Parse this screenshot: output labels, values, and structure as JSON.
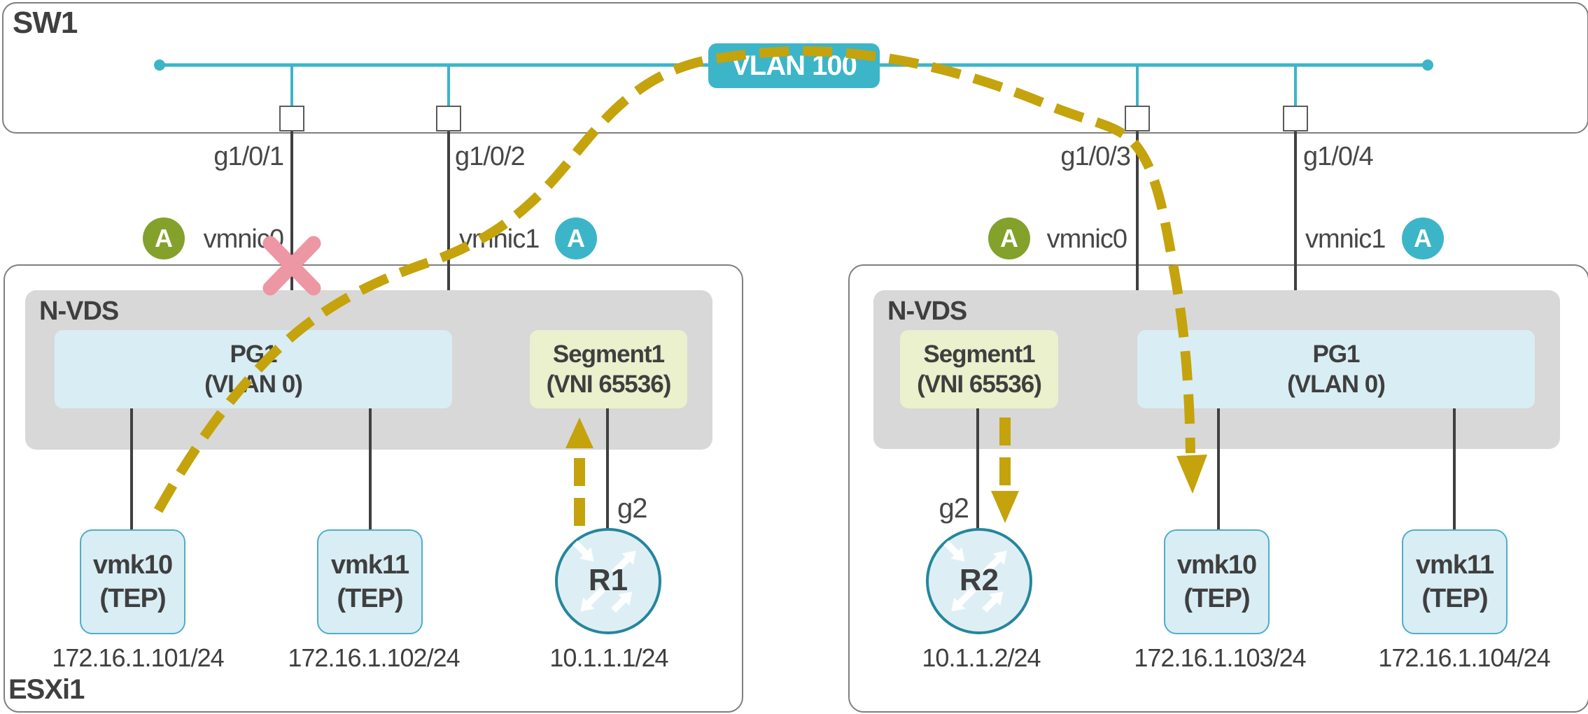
{
  "colors": {
    "teal": "#3cb5c8",
    "router_border": "#25869c",
    "badge_green": "#84a12c",
    "gold_path": "#c4a30c",
    "failure_pink": "#ec97a3",
    "nvds_gray": "#d8d8d8",
    "portgroup_blue": "#d9edf4",
    "segment_yellow": "#ebf0cd",
    "text_dark": "#3f3f3f"
  },
  "switch": {
    "name": "SW1",
    "vlan_badge": "VLAN 100",
    "ports": [
      "g1/0/1",
      "g1/0/2",
      "g1/0/3",
      "g1/0/4"
    ]
  },
  "hosts": [
    {
      "name": "ESXi1",
      "vswitch": "N-VDS",
      "uplinks": [
        {
          "badge": "A",
          "label": "vmnic0"
        },
        {
          "badge": "A",
          "label": "vmnic1"
        }
      ],
      "segments": [
        {
          "title": "PG1",
          "subtitle": "(VLAN 0)"
        },
        {
          "title": "Segment1",
          "subtitle": "(VNI 65536)"
        }
      ],
      "vmks": [
        {
          "title": "vmk10",
          "subtitle": "(TEP)",
          "ip": "172.16.1.101/24"
        },
        {
          "title": "vmk11",
          "subtitle": "(TEP)",
          "ip": "172.16.1.102/24"
        }
      ],
      "router": {
        "name": "R1",
        "port": "g2",
        "ip": "10.1.1.1/24"
      }
    },
    {
      "vswitch": "N-VDS",
      "uplinks": [
        {
          "badge": "A",
          "label": "vmnic0"
        },
        {
          "badge": "A",
          "label": "vmnic1"
        }
      ],
      "segments": [
        {
          "title": "Segment1",
          "subtitle": "(VNI 65536)"
        },
        {
          "title": "PG1",
          "subtitle": "(VLAN 0)"
        }
      ],
      "vmks": [
        {
          "title": "vmk10",
          "subtitle": "(TEP)",
          "ip": "172.16.1.103/24"
        },
        {
          "title": "vmk11",
          "subtitle": "(TEP)",
          "ip": "172.16.1.104/24"
        }
      ],
      "router": {
        "name": "R2",
        "port": "g2",
        "ip": "10.1.1.2/24"
      }
    }
  ]
}
